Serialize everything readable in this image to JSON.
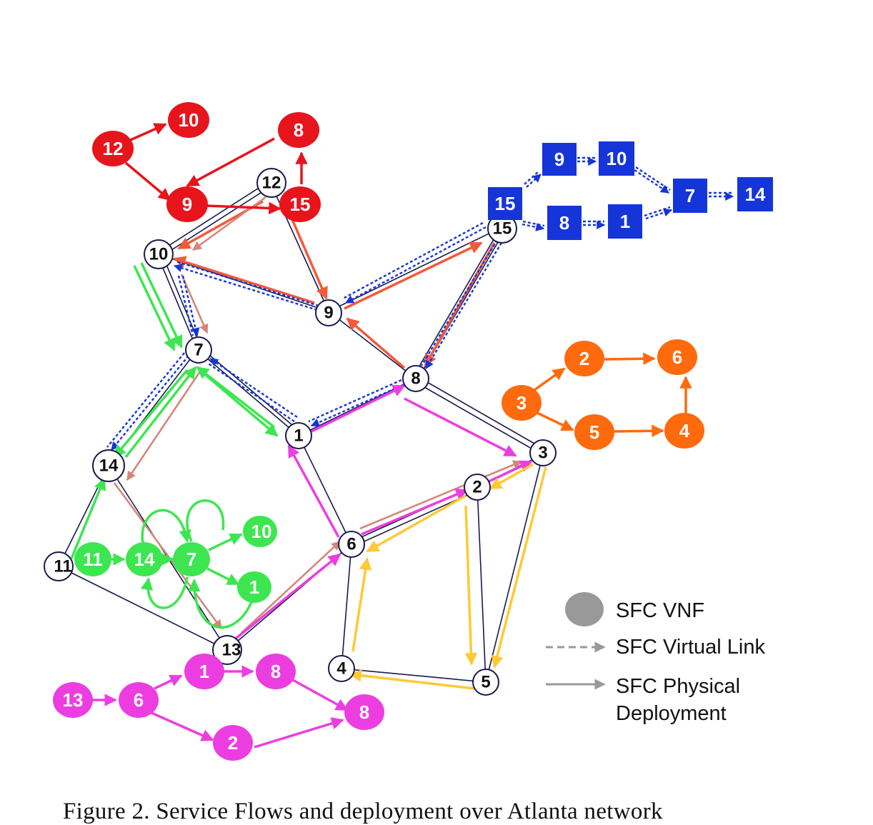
{
  "figure": {
    "caption": "Figure 2.   Service Flows and deployment over Atlanta network"
  },
  "colors": {
    "physical_link": "#1a1a4e",
    "red_sfc": "#e8141c",
    "blue_sfc": "#1535d8",
    "orange_sfc": "#ff6a0c",
    "green_sfc": "#3de650",
    "magenta_sfc": "#ec3ee0",
    "yellow_sfc": "#ffc933",
    "salmon_flow": "#d4877a",
    "legend_gray": "#999999"
  },
  "network": {
    "nodes": [
      {
        "id": "n10",
        "label": "10"
      },
      {
        "id": "n12",
        "label": "12"
      },
      {
        "id": "n15",
        "label": "15"
      },
      {
        "id": "n9",
        "label": "9"
      },
      {
        "id": "n7",
        "label": "7"
      },
      {
        "id": "n8",
        "label": "8"
      },
      {
        "id": "n1",
        "label": "1"
      },
      {
        "id": "n14",
        "label": "14"
      },
      {
        "id": "n3",
        "label": "3"
      },
      {
        "id": "n2",
        "label": "2"
      },
      {
        "id": "n6",
        "label": "6"
      },
      {
        "id": "n11",
        "label": "11"
      },
      {
        "id": "n13",
        "label": "13"
      },
      {
        "id": "n4",
        "label": "4"
      },
      {
        "id": "n5",
        "label": "5"
      }
    ]
  },
  "sfcs": {
    "red": {
      "vnfs": [
        "12",
        "10",
        "8",
        "9",
        "15"
      ]
    },
    "blue": {
      "vnfs": [
        "15",
        "9",
        "10",
        "8",
        "1",
        "7",
        "14"
      ]
    },
    "orange": {
      "vnfs": [
        "3",
        "2",
        "6",
        "5",
        "4"
      ]
    },
    "green": {
      "vnfs": [
        "11",
        "14",
        "7",
        "10",
        "1"
      ]
    },
    "magenta": {
      "vnfs": [
        "13",
        "6",
        "1",
        "8",
        "2",
        "8"
      ]
    }
  },
  "legend": {
    "vnf_label": "SFC VNF",
    "virtual_link_label": "SFC Virtual Link",
    "physical_line1": "SFC Physical",
    "physical_line2": "Deployment"
  }
}
